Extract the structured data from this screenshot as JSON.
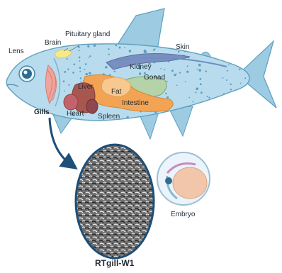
{
  "labels": {
    "lens": "Lens",
    "brain": "Brain",
    "pituitary": "Pituitary gland",
    "skin": "Skin",
    "kidney": "Kidney",
    "gonad": "Gonad",
    "liver": "Liver",
    "fat": "Fat",
    "intestine": "Intestine",
    "gills": "Gills",
    "heart": "Heart",
    "spleen": "Spleen",
    "embryo": "Embryo",
    "cell_line": "RTgill-W1"
  },
  "colors": {
    "fish_body": "#b8dced",
    "fish_fin": "#9ccbe2",
    "fish_outline": "#5e9fbf",
    "spots": "#5a9ec4",
    "gills": "#f0a59c",
    "liver": "#a8574f",
    "heart": "#c2636b",
    "spleen": "#8f4850",
    "intestine": "#f2a454",
    "fat": "#f7c98e",
    "kidney": "#7a8fc0",
    "gonad": "#b5d3a8",
    "brain": "#f6e98a",
    "arrow": "#1e4f78",
    "cell_bg": "#7a7a7a"
  }
}
